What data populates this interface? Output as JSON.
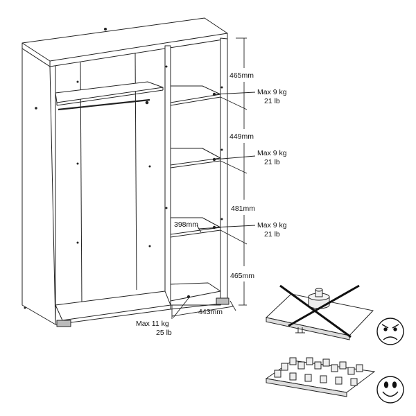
{
  "dimensions": {
    "top_compartment_height": "465mm",
    "second_compartment_height": "449mm",
    "third_compartment_height": "481mm",
    "bottom_compartment_height": "465mm",
    "shelf_depth": "398mm",
    "bottom_width": "443mm"
  },
  "shelf_loads": [
    {
      "kg": "Max 9 kg",
      "lb": "21 lb"
    },
    {
      "kg": "Max 9 kg",
      "lb": "21 lb"
    },
    {
      "kg": "Max 9 kg",
      "lb": "21 lb"
    }
  ],
  "bottom_load": {
    "kg": "Max 11 kg",
    "lb": "25 lb"
  },
  "icons": {
    "bad_load": "concentrated-weight-on-shelf-icon",
    "bad_face": "angry-face-icon",
    "good_load": "distributed-weights-on-shelf-icon",
    "good_face": "smiling-face-icon"
  }
}
